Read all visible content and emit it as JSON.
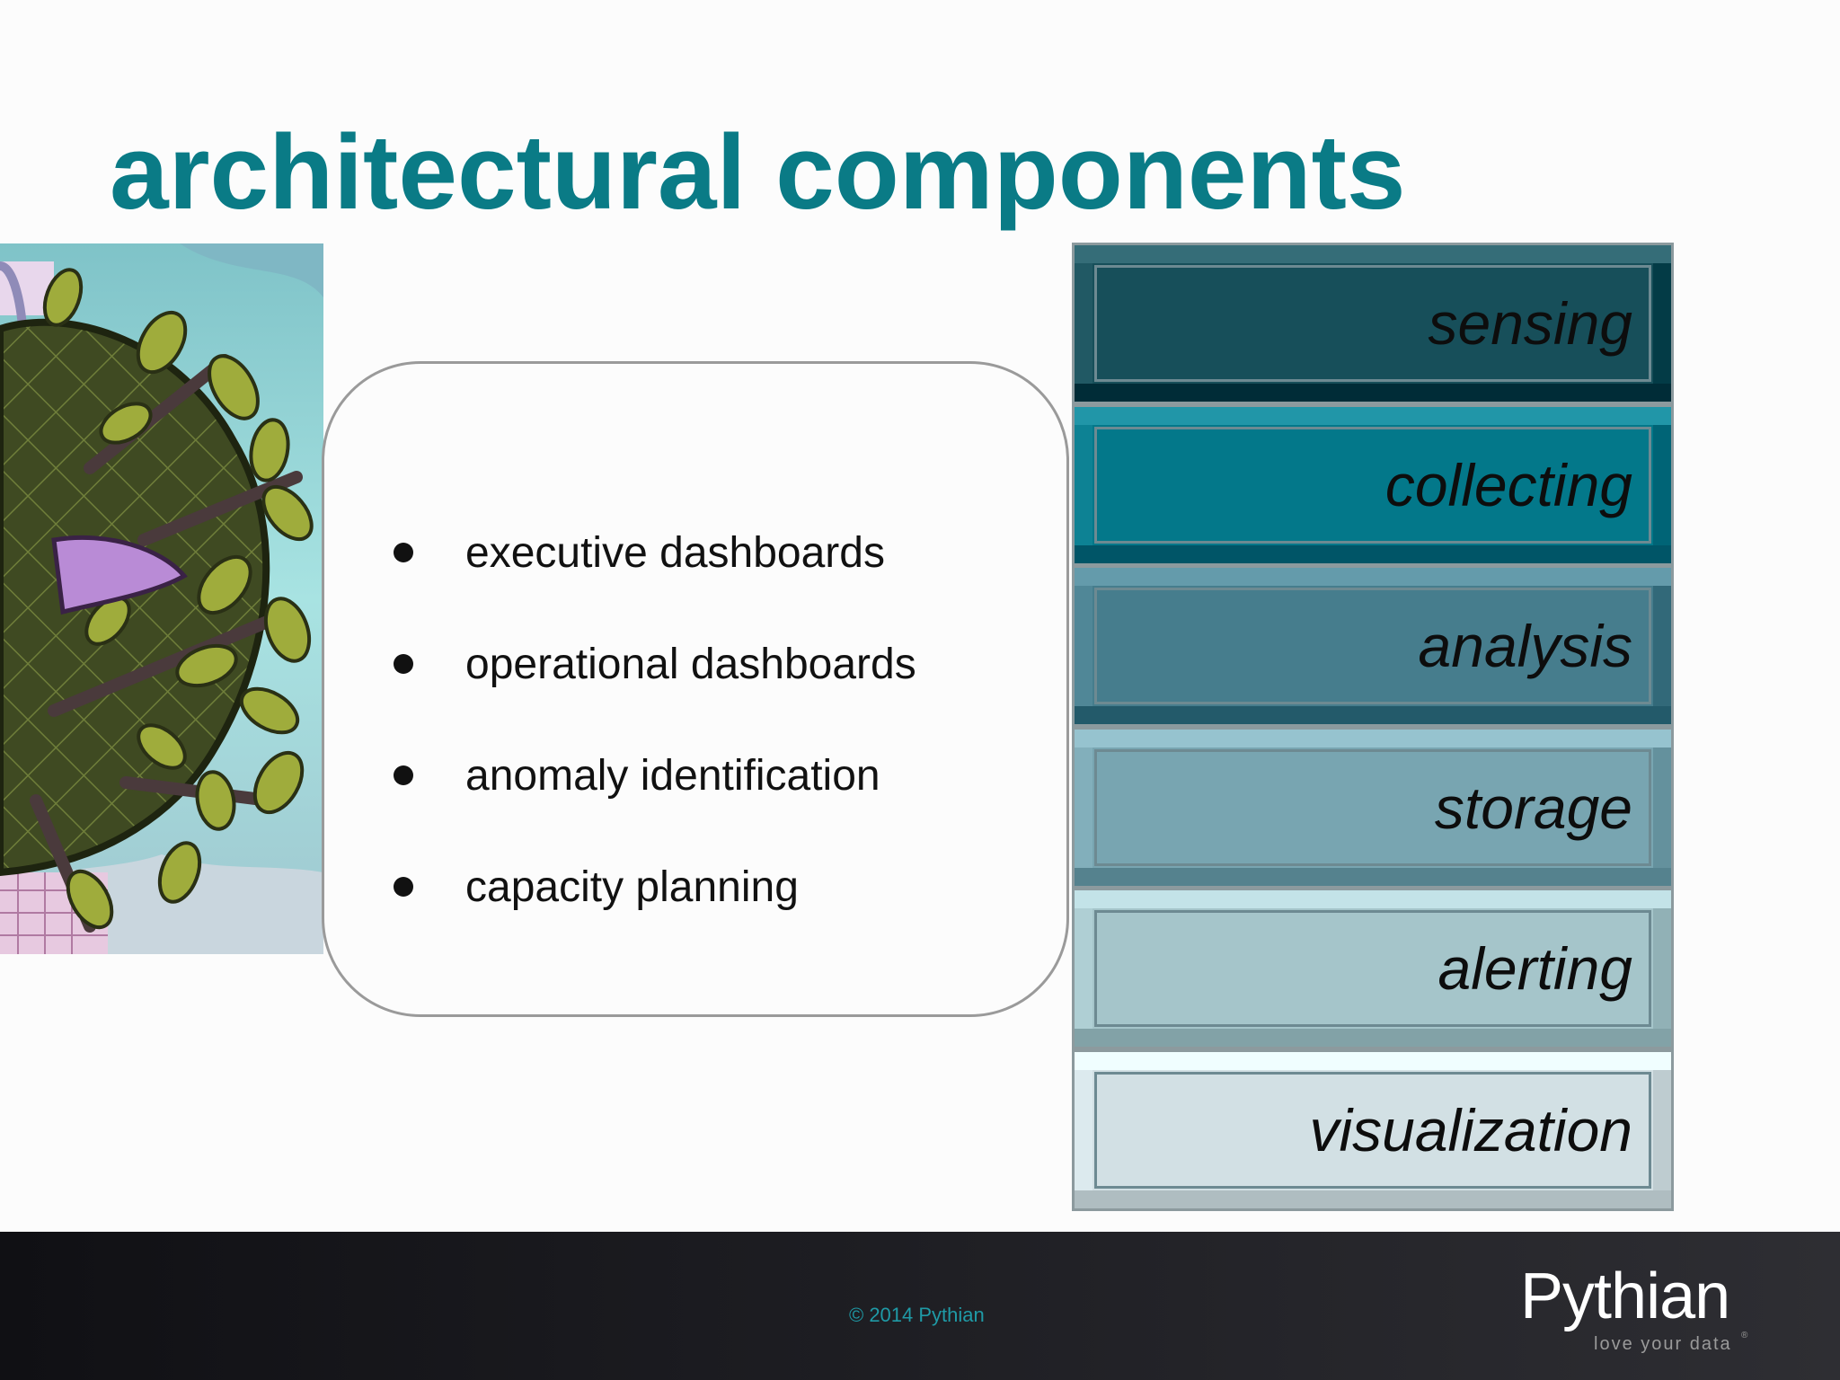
{
  "slide": {
    "title": "architectural components",
    "bullets": [
      "executive dashboards",
      "operational dashboards",
      "anomaly identification",
      "capacity planning"
    ],
    "components": [
      {
        "label": "sensing",
        "color": "#174f5a"
      },
      {
        "label": "collecting",
        "color": "#03788a"
      },
      {
        "label": "analysis",
        "color": "#467d8d"
      },
      {
        "label": "storage",
        "color": "#78a5b1"
      },
      {
        "label": "alerting",
        "color": "#a5c5ca"
      },
      {
        "label": "visualization",
        "color": "#d2e0e4"
      }
    ]
  },
  "footer": {
    "copyright": "© 2014 Pythian",
    "logo_name": "Pythian",
    "logo_tagline": "love your data",
    "logo_mark": "®"
  },
  "colors": {
    "title": "#0a7b86",
    "footer_bg": "#1d1d22",
    "copyright": "#1f9aa6"
  }
}
